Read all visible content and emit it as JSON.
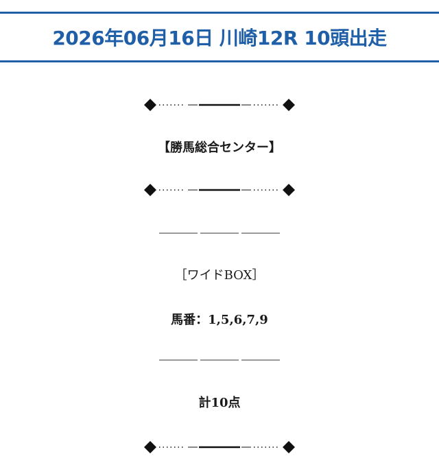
{
  "header": {
    "title": "2026年06月16日 川崎12R 10頭出走"
  },
  "colors": {
    "accent": "#1f5fa8",
    "text": "#1a1a1a"
  },
  "content": {
    "center_name": "【勝馬総合センター】",
    "bet_type": "［ワイドBOX］",
    "horse_numbers": "馬番：1,5,6,7,9",
    "total_points": "計10点"
  }
}
